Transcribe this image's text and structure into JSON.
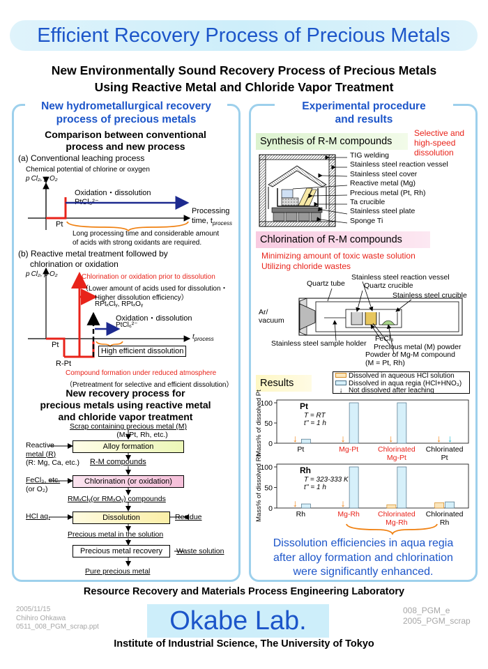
{
  "title": "Efficient Recovery Process of Precious Metals",
  "subtitle_lines": [
    "New Environmentally Sound Recovery Process of Precious Metals",
    "Using Reactive Metal and Chloride Vapor Treatment"
  ],
  "left": {
    "heading_lines": [
      "New hydrometallurgical recovery",
      "process of precious metals"
    ],
    "comparison_lines": [
      "Comparison between conventional",
      "process and new process"
    ],
    "conventional": {
      "label": "(a) Conventional leaching process",
      "ylabel": "Chemical potential of chlorine or oxygen",
      "ysymbol": "p Cl₂, p O₂",
      "oxidation": "Oxidation・dissolution",
      "species": "PtCl₆²⁻",
      "pt": "Pt",
      "xlabel_1": "Processing",
      "xlabel_2": "time, t",
      "xlabel_sub": "process",
      "note_1": "Long processing time and considerable amount",
      "note_2": "of acids with strong oxidants are required."
    },
    "reactive": {
      "label_1": "(b) Reactive metal treatment followed by",
      "label_2": "chlorination or oxidation",
      "ysymbol": "p Cl₂, p O₂",
      "red_note": "Chlorination or oxidation prior to dissolution",
      "note_1": "（Lower amount of acids used for dissolution・",
      "note_2": "Higher dissolution efficiency）",
      "note_3": "RPtₓClᵧ, RPtₓOᵧ",
      "oxidation": "Oxidation・dissolution",
      "species": "PtCl₆²⁻",
      "xlabel": "t",
      "xlabel_sub": "process",
      "pt": "Pt",
      "rpt": "R-Pt",
      "high_eff": "High efficient dissolution",
      "compound": "Compound formation under reduced atmosphere",
      "pretreat": "（Pretreatment for selective and efficient dissolution）"
    },
    "flow_heading": [
      "New recovery process for",
      "precious metals using reactive metal",
      "and chloride vapor treatment"
    ],
    "flow": {
      "scrap_1": "Scrap containing precious metal (M)",
      "scrap_2": "(M: Pt, Rh, etc.)",
      "reactive_1": "Reactive",
      "reactive_2": "metal (R)",
      "reactive_3": "(R: Mg, Ca, etc.)",
      "alloy": "Alloy formation",
      "rm": "R-M compounds",
      "fecl_1": "FeCl₃, etc.",
      "fecl_2": "(or O₂)",
      "chlor": "Chlorination (or oxidation)",
      "rmcl": "RMₓClᵧ(or RMₓOᵧ) compounds",
      "hcl": "HCl aq.",
      "diss": "Dissolution",
      "residue": "Residue",
      "pm_sol": "Precious metal in the solution",
      "recovery": "Precious metal recovery",
      "waste": "Waste solution",
      "pure": "Pure precious metal"
    }
  },
  "right": {
    "heading_lines": [
      "Experimental procedure",
      "and results"
    ],
    "synth": "Synthesis of R-M compounds",
    "synth_note": [
      "Selective and",
      "high-speed",
      "dissolution"
    ],
    "apparatus1": [
      "TIG welding",
      "Stainless steel reaction vessel",
      "Stainless steel cover",
      "Reactive metal (Mg)",
      "Precious metal (Pt, Rh)",
      "Ta crucible",
      "Stainless steel plate",
      "Sponge Ti"
    ],
    "chlor": "Chlorination of R-M compounds",
    "chlor_notes": [
      "Minimizing amount of toxic waste solution",
      "Utilizing chloride wastes"
    ],
    "apparatus2": {
      "quartz_tube": "Quartz tube",
      "ss_vessel": "Stainless steel reaction vessel",
      "quartz_crucible": "Quartz crucible",
      "ss_crucible": "Stainless steel crucible",
      "ar_1": "Ar/",
      "ar_2": "vacuum",
      "holder": "Stainless steel sample holder",
      "fecl": "FeCl₃",
      "pm_powder": "Precious metal (M) powder",
      "mg_m": "Powder of Mg-M compound",
      "mg_m_2": "(M = Pt, Rh)"
    },
    "results": "Results",
    "legend": [
      "Dissolved in aqueous HCl solution",
      "Dissolved in aqua regia (HCl+HNO₃)",
      "Not dissolved after leaching"
    ],
    "conclusion": [
      "Dissolution efficiencies in aqua regia",
      "after alloy formation and chlorination",
      "were significantly enhanced."
    ]
  },
  "chart_data": [
    {
      "type": "bar",
      "title": "Pt",
      "conditions": [
        "T = RT",
        "t'' = 1 h"
      ],
      "ylabel": "Mass% of dissolved Pt",
      "ylim": [
        0,
        100
      ],
      "yticks": [
        0,
        50,
        100
      ],
      "categories": [
        "Pt",
        "Mg-Pt",
        "Chlorinated Mg-Pt",
        "Chlorinated Pt"
      ],
      "series": [
        {
          "name": "Dissolved in aqueous HCl solution",
          "values": [
            0,
            0,
            0,
            0
          ]
        },
        {
          "name": "Dissolved in aqua regia (HCl+HNO₃)",
          "values": [
            10,
            100,
            100,
            0
          ]
        }
      ]
    },
    {
      "type": "bar",
      "title": "Rh",
      "conditions": [
        "T = 323-333 K",
        "t'' = 1 h"
      ],
      "ylabel": "Mass% of dissolved Rh",
      "ylim": [
        0,
        100
      ],
      "yticks": [
        0,
        50,
        100
      ],
      "categories": [
        "Rh",
        "Mg-Rh",
        "Chlorinated Mg-Rh",
        "Chlorinated Rh"
      ],
      "series": [
        {
          "name": "Dissolved in aqueous HCl solution",
          "values": [
            0,
            0,
            8,
            13
          ]
        },
        {
          "name": "Dissolved in aqua regia (HCl+HNO₃)",
          "values": [
            10,
            100,
            100,
            15
          ]
        }
      ]
    }
  ],
  "footer": {
    "lab_name": "Resource Recovery and Materials Process Engineering Laboratory",
    "date": "2005/11/15",
    "author": "Chihiro Ohkawa",
    "file": "0511_008_PGM_scrap.ppt",
    "logo": "Okabe Lab.",
    "code_1": "008_PGM_e",
    "code_2": "2005_PGM_scrap",
    "institute": "Institute of Industrial Science, The University of Tokyo"
  },
  "colors": {
    "accent_blue": "#1c55c9",
    "navy": "#1d2a8f",
    "red": "#e8231a",
    "orange": "#f08010",
    "hcl_fill": "#fbe6bd",
    "aqua_fill": "#d6f0fa",
    "panel_border": "#9dd0ec"
  }
}
